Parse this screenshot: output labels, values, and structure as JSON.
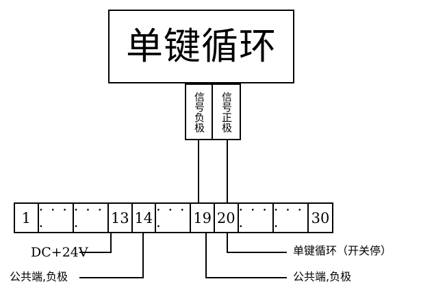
{
  "diagram": {
    "device": {
      "title": "单键循环"
    },
    "signal_terminals": [
      {
        "name": "signal-negative",
        "label": "信号负极"
      },
      {
        "name": "signal-positive",
        "label": "信号正极"
      }
    ],
    "terminal_strip": {
      "cells": [
        {
          "type": "number",
          "label": "1"
        },
        {
          "type": "dots",
          "label": "· · · ·"
        },
        {
          "type": "dots",
          "label": "· · · ·"
        },
        {
          "type": "number",
          "label": "13"
        },
        {
          "type": "number",
          "label": "14"
        },
        {
          "type": "dots",
          "label": "· · · ·"
        },
        {
          "type": "number",
          "label": "19"
        },
        {
          "type": "number",
          "label": "20"
        },
        {
          "type": "dots",
          "label": "· · · ·"
        },
        {
          "type": "dots",
          "label": "· · · ·"
        },
        {
          "type": "number",
          "label": "30"
        }
      ]
    },
    "captions": {
      "dc_supply": "DC+24V",
      "common_negative_left": "公共端,负极",
      "one_key_cycle": "单键循环（开关停）",
      "common_negative_right": "公共端,负极"
    }
  }
}
